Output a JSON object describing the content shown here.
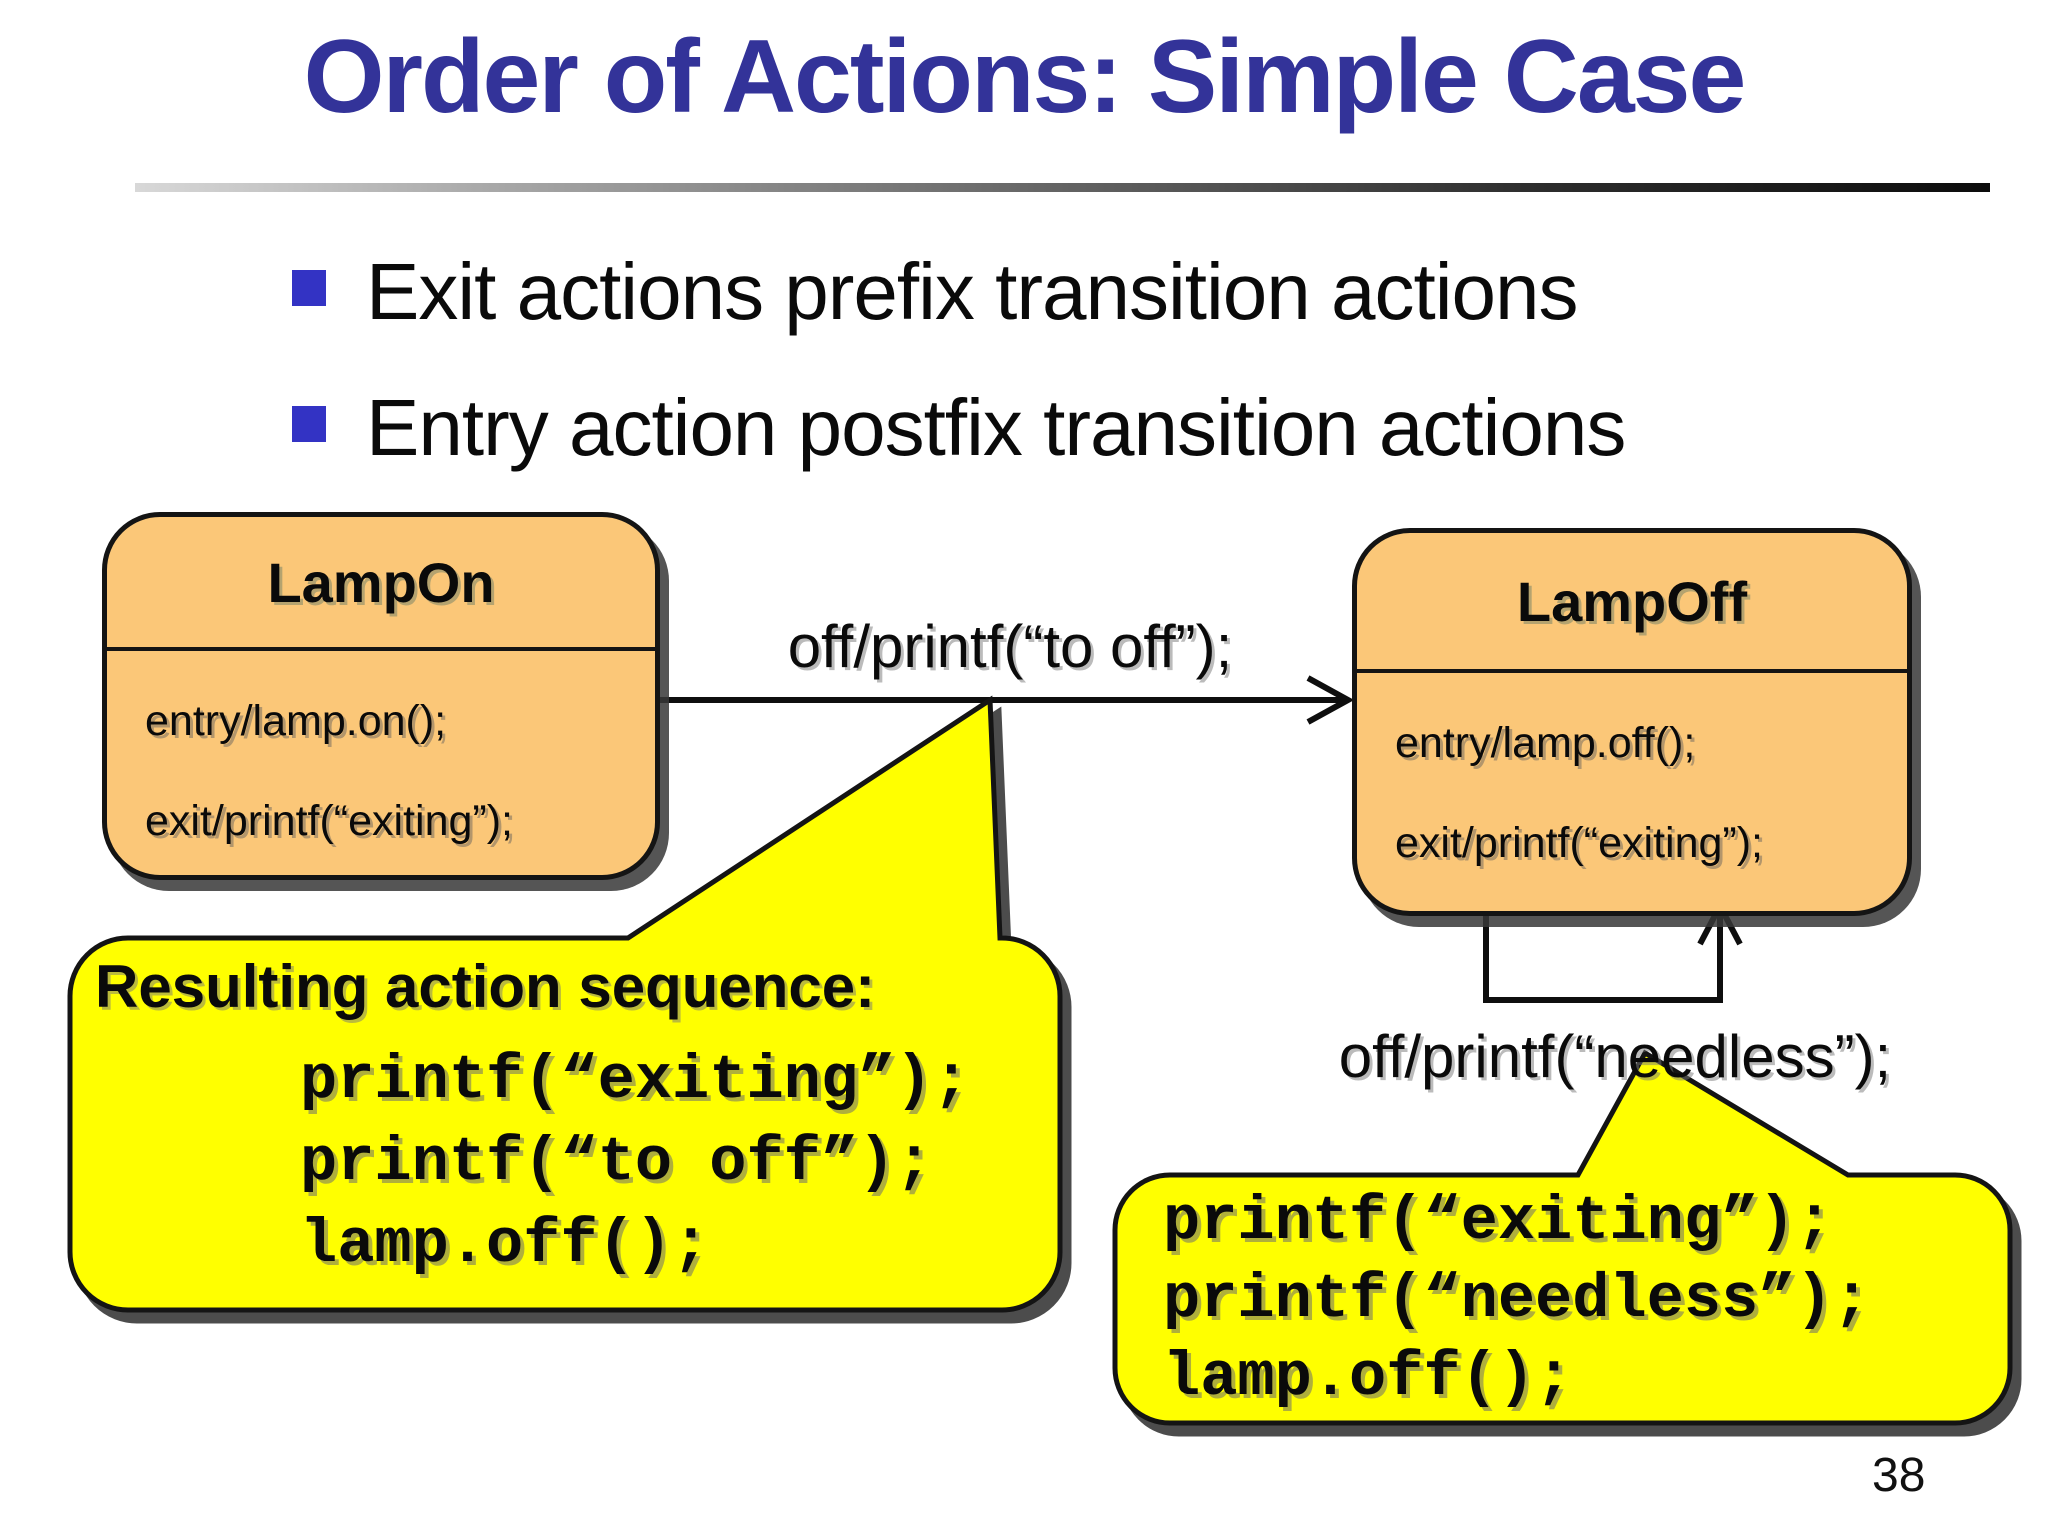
{
  "slide": {
    "title": "Order of Actions: Simple Case",
    "bullets": [
      "Exit actions prefix transition actions",
      "Entry action postfix transition actions"
    ],
    "page_number": "38"
  },
  "diagram": {
    "lamp_on": {
      "name": "LampOn",
      "entry_action": "entry/lamp.on();",
      "exit_action": "exit/printf(“exiting”);"
    },
    "lamp_off": {
      "name": "LampOff",
      "entry_action": "entry/lamp.off();",
      "exit_action": "exit/printf(“exiting”);"
    },
    "transition_label": "off/printf(“to off”);",
    "self_transition_label": "off/printf(“needless”);"
  },
  "callouts": {
    "result_sequence": {
      "heading": "Resulting action sequence:",
      "code_lines": [
        "printf(“exiting”);",
        "printf(“to off”);",
        "lamp.off();"
      ]
    },
    "self_transition_sequence": {
      "code_lines": [
        "printf(“exiting”);",
        "printf(“needless”);",
        "lamp.off();"
      ]
    }
  },
  "colors": {
    "title_blue": "#333399",
    "bullet_blue": "#3333C4",
    "state_fill": "#FBC778",
    "state_border": "#141414",
    "callout_fill": "#FFFF00"
  }
}
